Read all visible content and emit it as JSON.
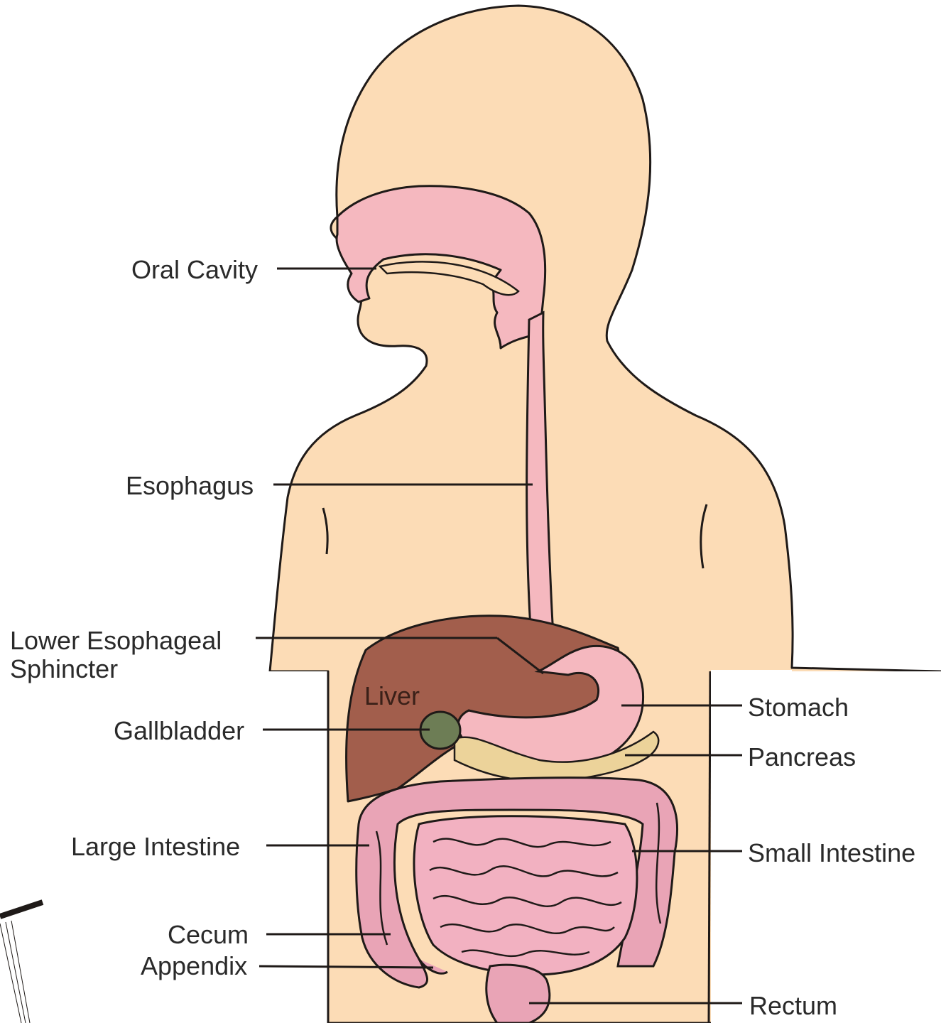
{
  "labels": {
    "oral_cavity": "Oral Cavity",
    "esophagus": "Esophagus",
    "les_line1": "Lower Esophageal",
    "les_line2": "Sphincter",
    "liver": "Liver",
    "gallbladder": "Gallbladder",
    "large_intestine": "Large Intestine",
    "cecum": "Cecum",
    "appendix": "Appendix",
    "stomach": "Stomach",
    "pancreas": "Pancreas",
    "small_intestine": "Small Intestine",
    "rectum": "Rectum"
  },
  "colors": {
    "skin": "#fcdcb6",
    "tract": "#f5b8bf",
    "liver": "#a25e4c",
    "gallbladder": "#6d7d55",
    "pancreas": "#ecd39a",
    "intestine": "#e9a4b6",
    "outline": "#1f1a18"
  }
}
